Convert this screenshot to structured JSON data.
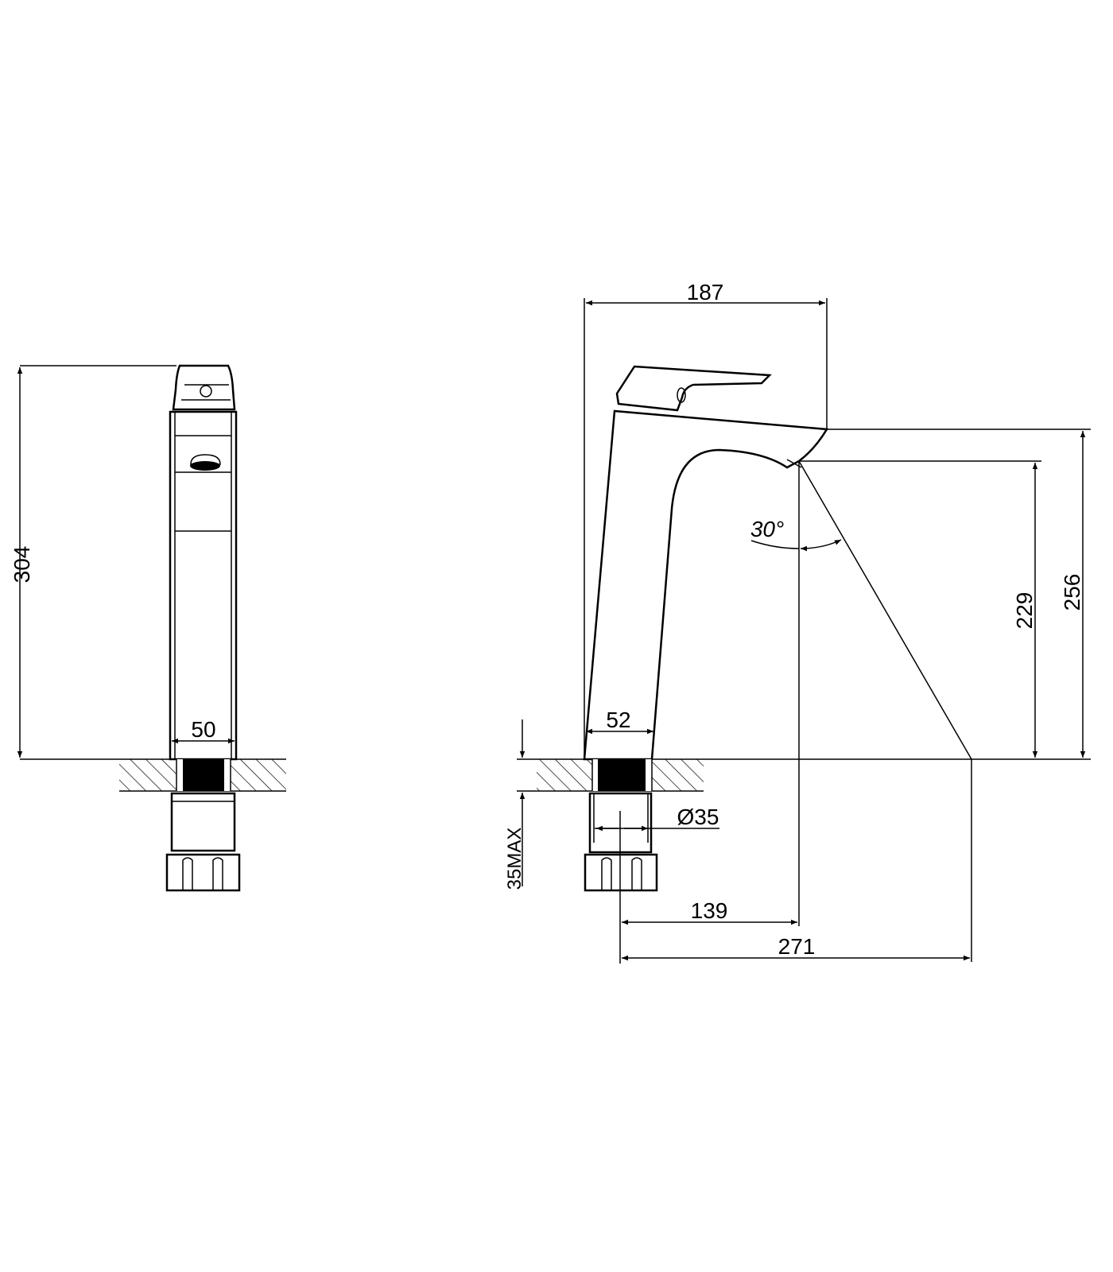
{
  "drawing": {
    "front_view": {
      "height_label": "304",
      "width_label": "50"
    },
    "side_view": {
      "reach_label": "187",
      "spout_height_label": "229",
      "overall_spout_label": "256",
      "base_width_label": "52",
      "pipe_diameter_label": "Ø35",
      "max_counter_thickness_label": "35MAX",
      "angle_label": "30°",
      "outlet_distance_label": "139",
      "stream_distance_label": "271"
    },
    "colors": {
      "line": "#000000",
      "background": "#ffffff"
    }
  }
}
